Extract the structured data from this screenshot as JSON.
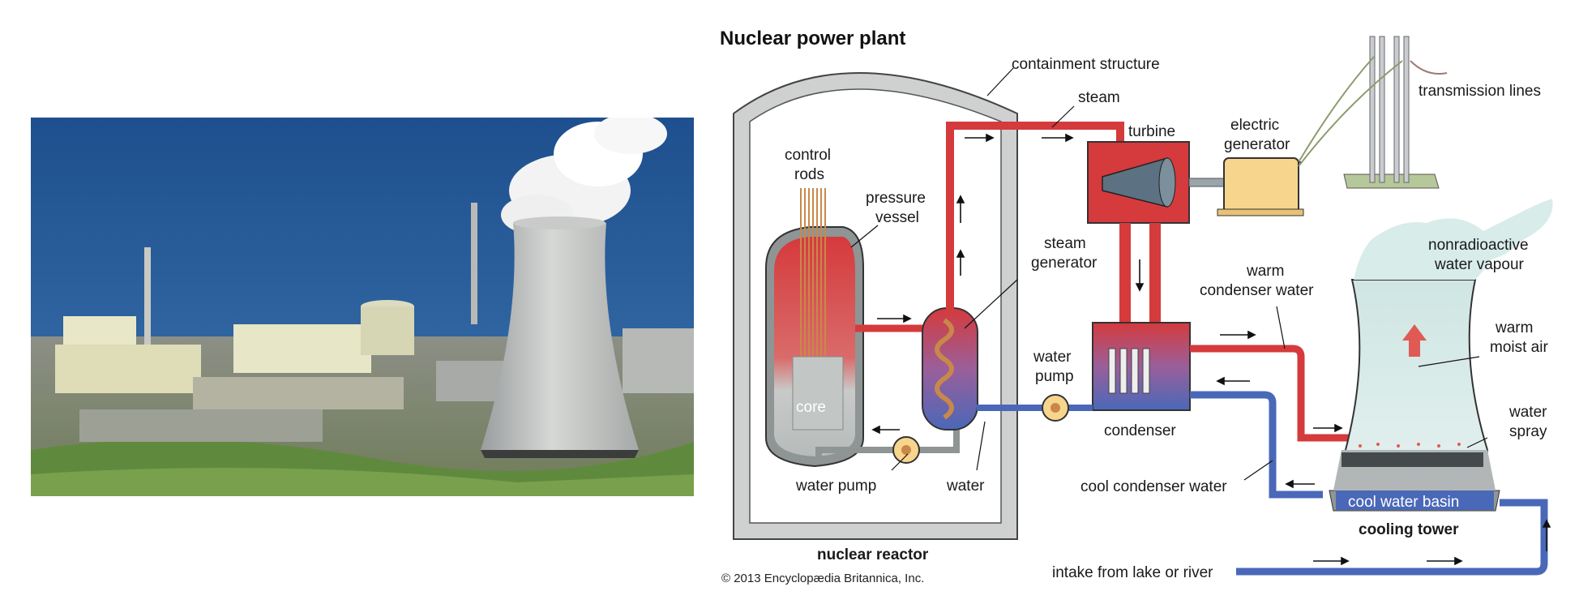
{
  "title": "Nuclear power plant",
  "copyright": "© 2013 Encyclopædia Britannica, Inc.",
  "labels": {
    "containment_structure": "containment structure",
    "steam": "steam",
    "turbine": "turbine",
    "electric_generator_1": "electric",
    "electric_generator_2": "generator",
    "transmission_lines": "transmission lines",
    "control_rods_1": "control",
    "control_rods_2": "rods",
    "pressure_vessel_1": "pressure",
    "pressure_vessel_2": "vessel",
    "steam_generator_1": "steam",
    "steam_generator_2": "generator",
    "nonradioactive_1": "nonradioactive",
    "nonradioactive_2": "water vapour",
    "warm_condenser_1": "warm",
    "warm_condenser_2": "condenser water",
    "warm_moist_1": "warm",
    "warm_moist_2": "moist air",
    "water_pump_right_1": "water",
    "water_pump_right_2": "pump",
    "core": "core",
    "condenser": "condenser",
    "water_spray_1": "water",
    "water_spray_2": "spray",
    "water_pump_left": "water pump",
    "water": "water",
    "cool_condenser_water": "cool condenser water",
    "cool_water_basin": "cool water basin",
    "cooling_tower": "cooling tower",
    "nuclear_reactor": "nuclear reactor",
    "intake": "intake from lake or river"
  },
  "colors": {
    "hot": "#d3373a",
    "cool": "#4a68b8",
    "containment": "#cfd0d0",
    "generator": "#f7d58d",
    "vapour": "#d8ecea"
  }
}
